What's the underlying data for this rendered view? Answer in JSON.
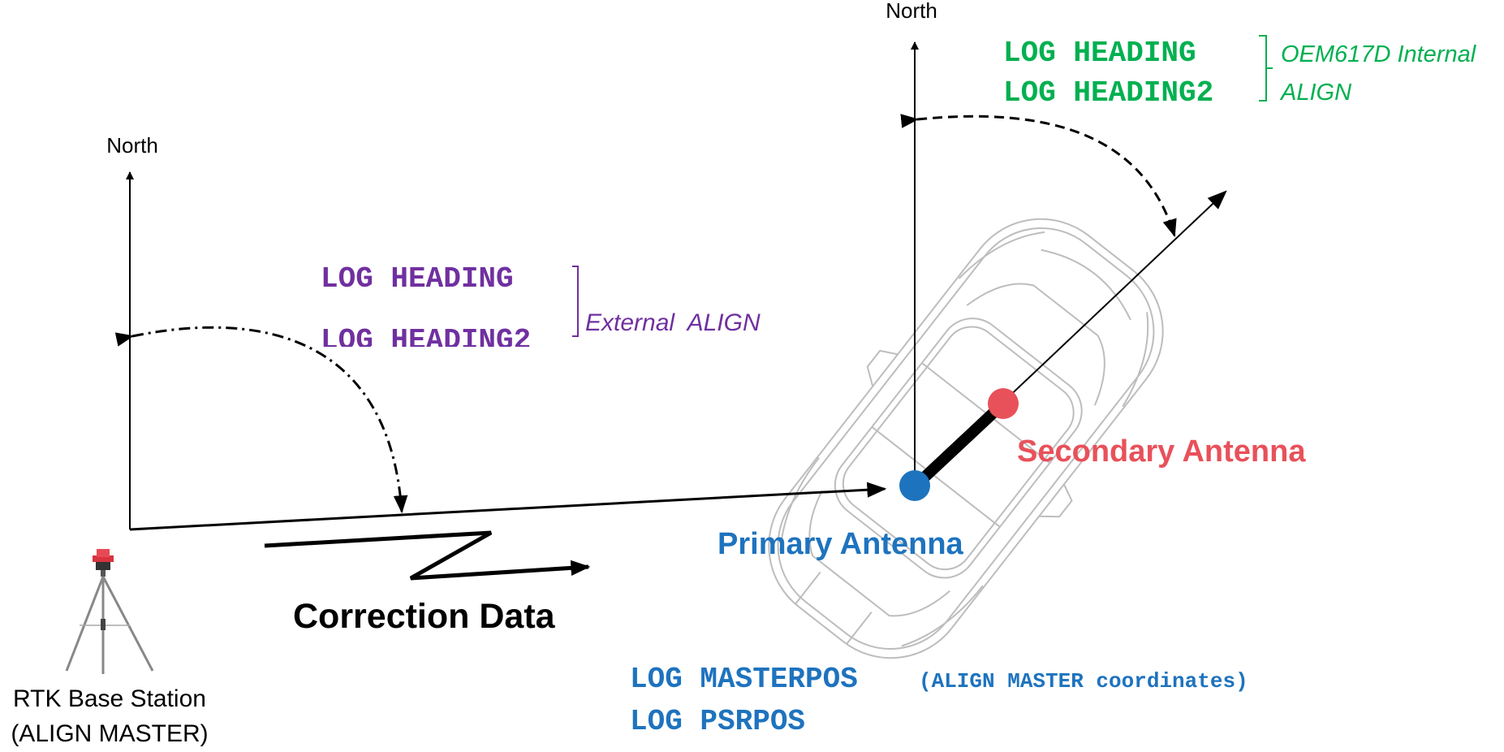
{
  "north_label_left": "North",
  "north_label_right": "North",
  "external_align": {
    "line1": "LOG HEADING",
    "line2": "LOG HEADING2",
    "bracket_label": "External  ALIGN",
    "color": "#7030a0"
  },
  "internal_align": {
    "line1": "LOG HEADING",
    "line2": "LOG HEADING2",
    "bracket_label_1": "OEM617D Internal",
    "bracket_label_2": "ALIGN",
    "color": "#00b050"
  },
  "secondary_antenna": {
    "label": "Secondary Antenna",
    "color": "#e8515a"
  },
  "primary_antenna": {
    "label": "Primary Antenna",
    "color": "#1e73be"
  },
  "correction_data": "Correction Data",
  "base_station": {
    "line1": "RTK Base Station",
    "line2": "(ALIGN MASTER)"
  },
  "bottom_logs": {
    "masterpos": "LOG MASTERPOS",
    "masterpos_note": "(ALIGN MASTER coordinates)",
    "psrpos": "LOG PSRPOS",
    "color": "#1e73be"
  }
}
